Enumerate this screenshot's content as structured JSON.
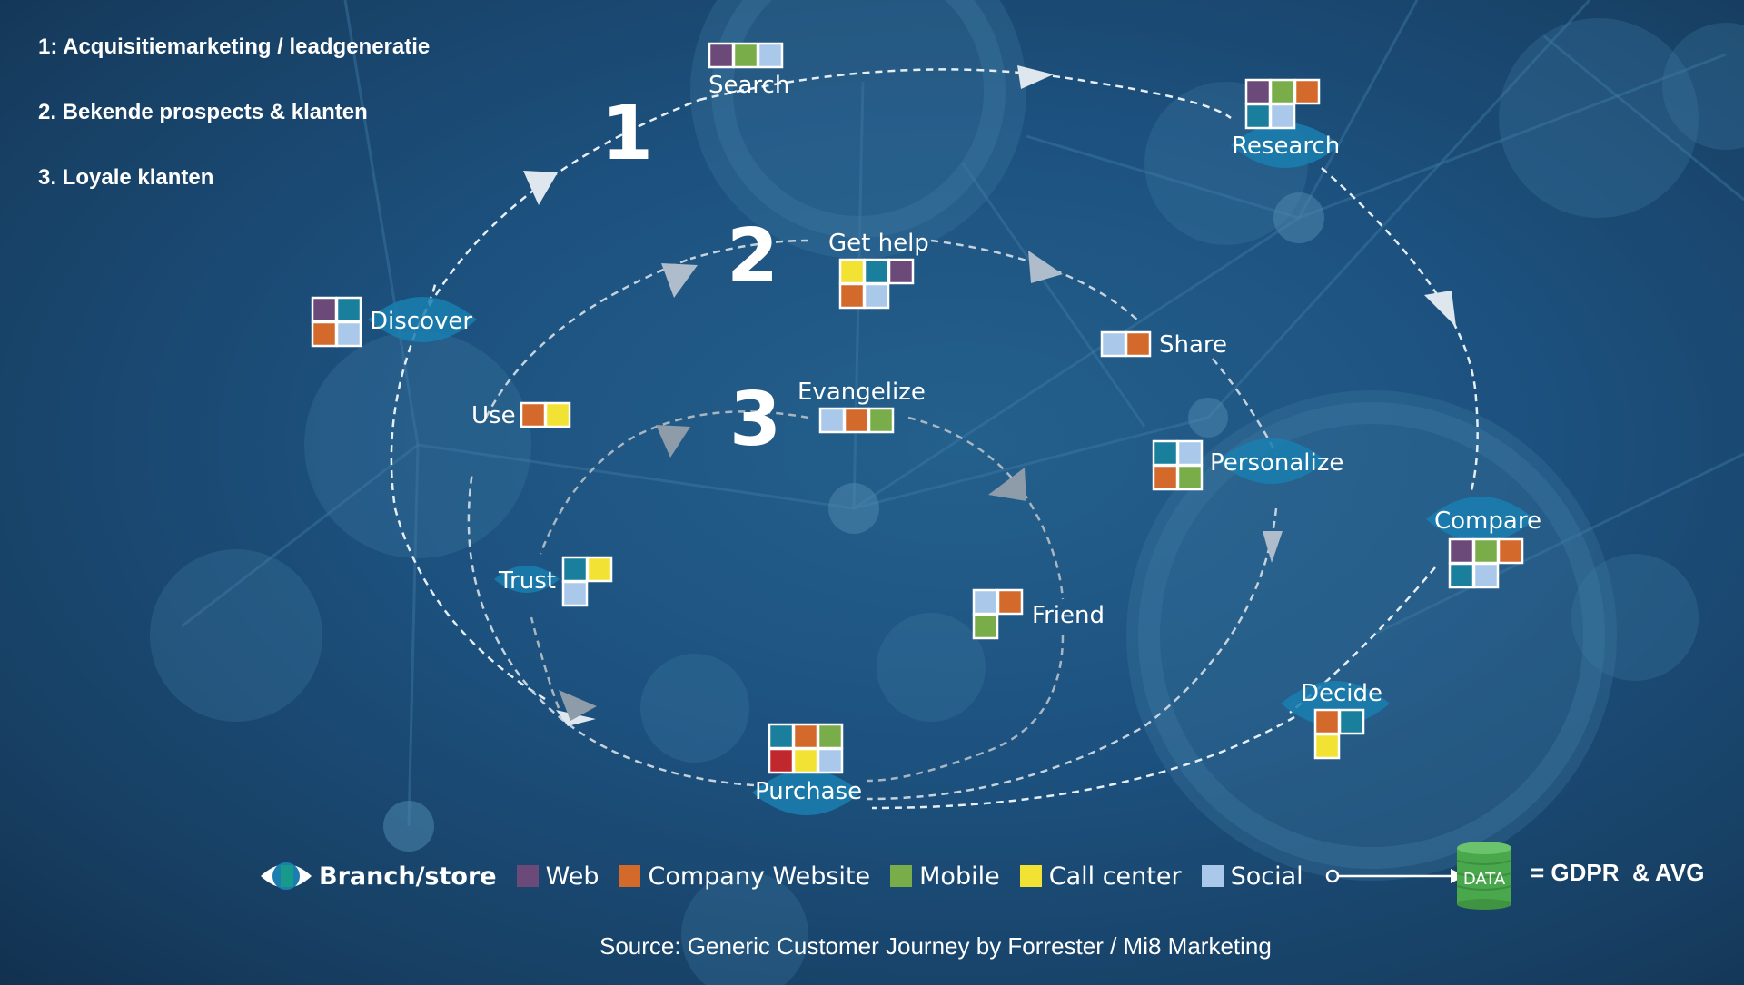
{
  "intro": {
    "line1": "1: Acquisitiemarketing / leadgeneratie",
    "line2": "2. Bekende prospects & klanten",
    "line3": "3. Loyale klanten"
  },
  "loops": {
    "one": "1",
    "two": "2",
    "three": "3"
  },
  "touchpoints": {
    "search": "Search",
    "research": "Research",
    "discover": "Discover",
    "get_help": "Get help",
    "share": "Share",
    "use": "Use",
    "evangelize": "Evangelize",
    "personalize": "Personalize",
    "compare": "Compare",
    "trust": "Trust",
    "friend": "Friend",
    "decide": "Decide",
    "purchase": "Purchase"
  },
  "legend": {
    "branch_store": "Branch/store",
    "web": "Web",
    "company_website": "Company Website",
    "mobile": "Mobile",
    "call_center": "Call center",
    "social": "Social",
    "data": "DATA",
    "gdpr": "= GDPR  & AVG"
  },
  "source": "Source:  Generic Customer Journey by Forrester / Mi8 Marketing",
  "colors": {
    "branch_store": "#1a7fb0",
    "web": "#6b4a7a",
    "company_website": "#d4692c",
    "mobile": "#79ad4a",
    "call_center": "#f2e234",
    "social": "#a9c8ea",
    "teal": "#1a7f9c",
    "red": "#c0282e",
    "data_green": "#4aa84c"
  }
}
